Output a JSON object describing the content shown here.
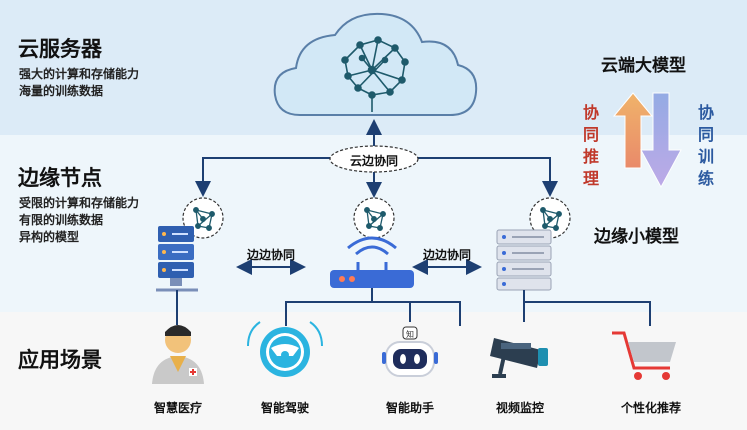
{
  "cloud": {
    "title": "云服务器",
    "desc_lines": [
      "强大的计算和存储能力",
      "海量的训练数据"
    ]
  },
  "edge": {
    "title": "边缘节点",
    "desc_lines": [
      "受限的计算和存储能力",
      "有限的训练数据",
      "异构的模型"
    ]
  },
  "app": {
    "title": "应用场景"
  },
  "cloud_edge_label": "云边协同",
  "edge_edge_labels": [
    "边边协同",
    "边边协同"
  ],
  "models": {
    "cloud_model": "云端大模型",
    "edge_model": "边缘小模型",
    "left_vertical": "协同推理",
    "right_vertical": "协同训练"
  },
  "applications": [
    {
      "label": "智慧医疗",
      "icon": "doctor-icon"
    },
    {
      "label": "智能驾驶",
      "icon": "steering-wheel-icon"
    },
    {
      "label": "智能助手",
      "icon": "robot-icon"
    },
    {
      "label": "视频监控",
      "icon": "cctv-camera-icon"
    },
    {
      "label": "个性化推荐",
      "icon": "shopping-cart-icon"
    }
  ],
  "robot_badge": "知",
  "colors": {
    "arrow": "#1d3f72",
    "cloud_fill": "#cfe6f6",
    "cloud_stroke": "#5a7fa8",
    "infer_color": "#c0392b",
    "train_color": "#2c5aa0",
    "teal": "#1e5a6b"
  }
}
